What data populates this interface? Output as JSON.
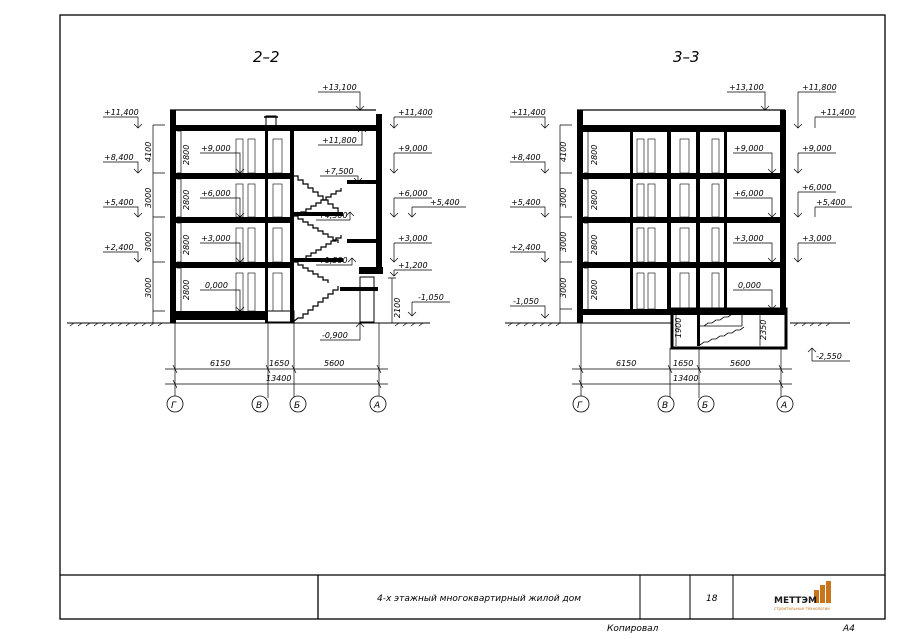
{
  "sheet": {
    "frame_title": "4-х этажный многоквартирный жилой дом",
    "sheet_number": "18",
    "copied_by": "Копировал",
    "format": "А4",
    "logo": {
      "name": "МЕТТЭМ",
      "tagline": "строительные технологии",
      "color": "#c8761e"
    }
  },
  "sections": [
    {
      "id": "2-2",
      "title": "2–2",
      "elevations": {
        "left": [
          "+11,400",
          "+8,400",
          "+5,400",
          "+2,400"
        ],
        "inner_left": [
          "+9,000",
          "+6,000",
          "+3,000",
          "0,000"
        ],
        "inner_right": [
          "+11,800",
          "+7,500",
          "+4,500",
          "+1,500",
          "-0,900"
        ],
        "right": [
          "+11,400",
          "+9,000",
          "+6,000",
          "+5,400",
          "+3,000",
          "+1,200",
          "-1,050"
        ],
        "top": "+13,100"
      },
      "vertical_dims": [
        "4100",
        "3000",
        "3000",
        "3000",
        "2800",
        "2800",
        "2800",
        "2800",
        "2100"
      ],
      "horizontal_dims": [
        "6150",
        "1650",
        "5600",
        "13400"
      ],
      "axes": [
        "Г",
        "В",
        "Б",
        "А"
      ]
    },
    {
      "id": "3-3",
      "title": "3–3",
      "elevations": {
        "left": [
          "+11,400",
          "+8,400",
          "+5,400",
          "+2,400",
          "-1,050"
        ],
        "inner": [
          "+9,000",
          "+6,000",
          "+3,000",
          "0,000"
        ],
        "right": [
          "+11,800",
          "+11,400",
          "+9,000",
          "+6,000",
          "+5,400",
          "+3,000",
          "-2,550"
        ],
        "top": "+13,100"
      },
      "vertical_dims": [
        "4100",
        "3000",
        "3000",
        "3000",
        "2800",
        "2800",
        "2800",
        "2800",
        "1900",
        "2350"
      ],
      "horizontal_dims": [
        "6150",
        "1650",
        "5600",
        "13400"
      ],
      "axes": [
        "Г",
        "В",
        "Б",
        "А"
      ]
    }
  ]
}
